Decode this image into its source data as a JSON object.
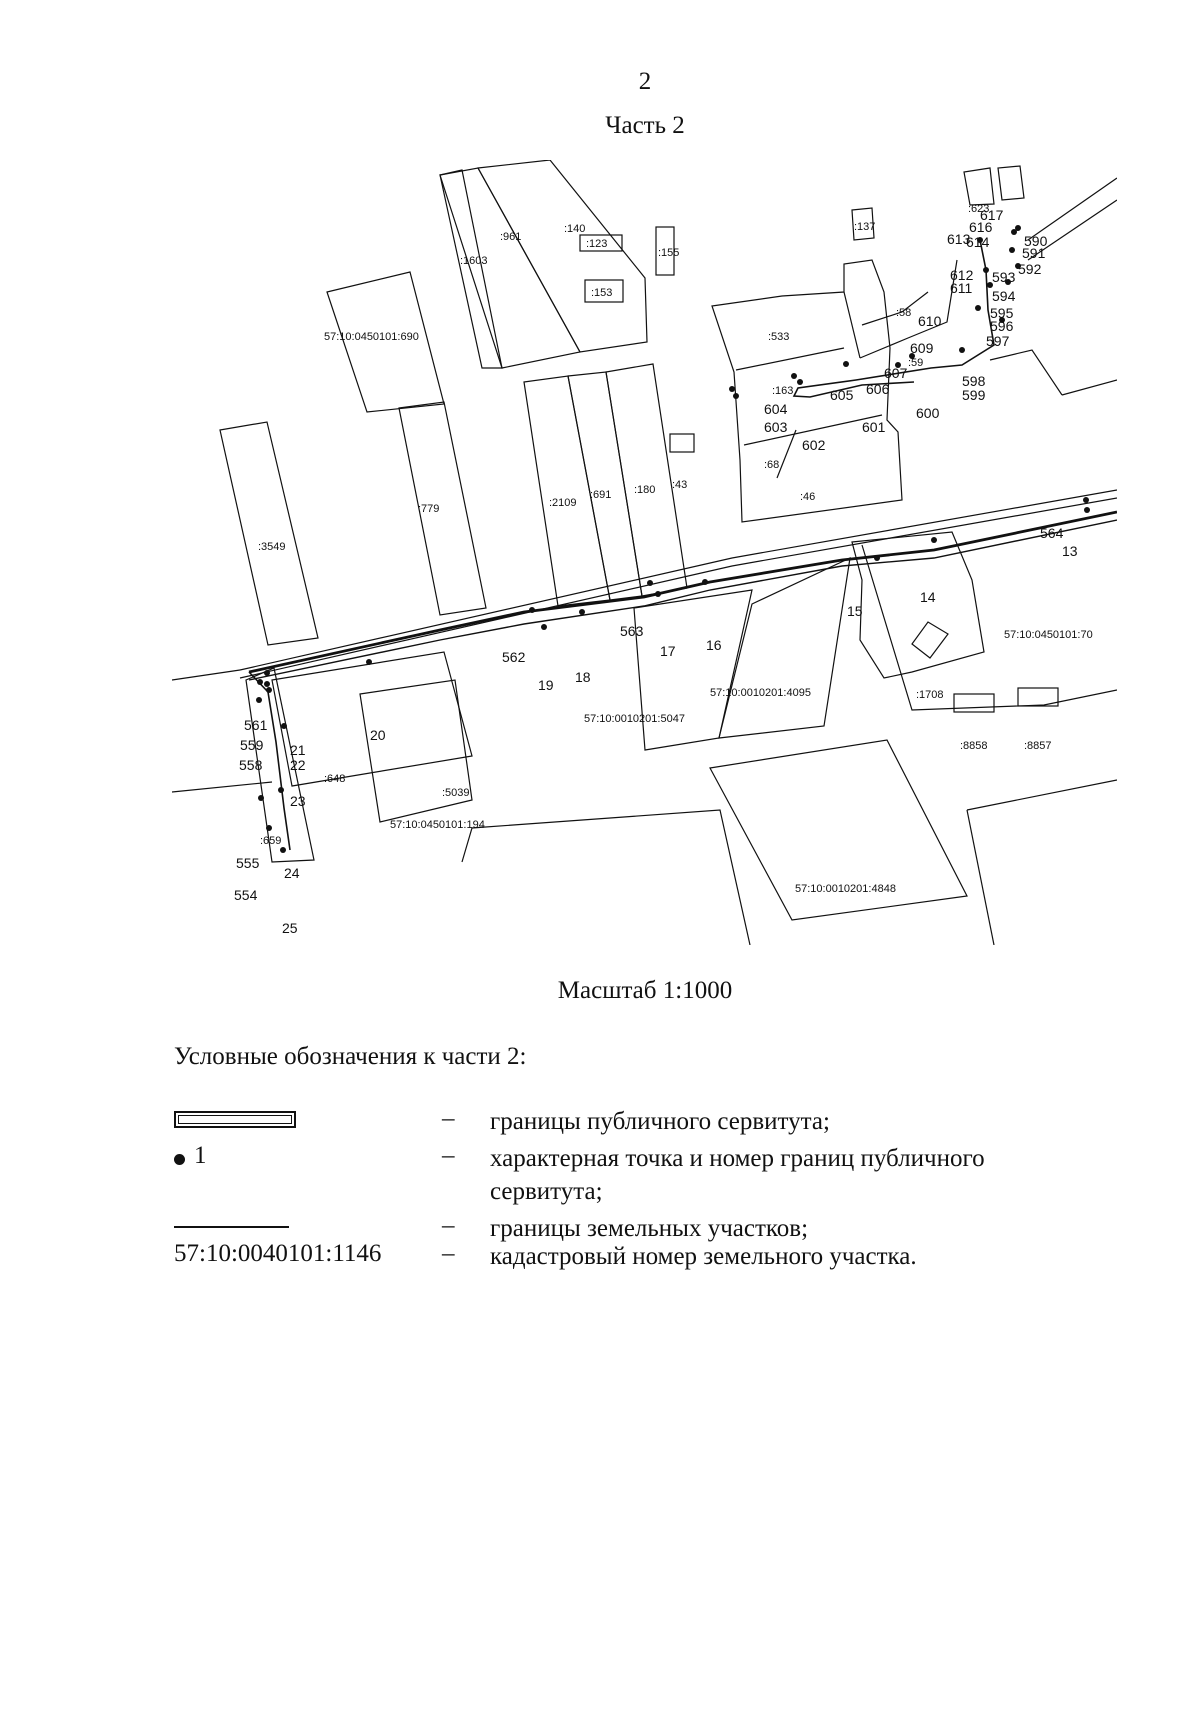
{
  "header": {
    "page_number": "2",
    "part_title": "Часть 2"
  },
  "map": {
    "parcel_labels": [
      ":961",
      ":140",
      ":1603",
      ":123",
      ":155",
      ":153",
      "57:10:0450101:690",
      ":137",
      ":623",
      ":533",
      ":58",
      ":59",
      ":163",
      ":68",
      ":46",
      ":43",
      ":3549",
      ":779",
      ":2109",
      ":691",
      ":180",
      "57:10:0450101:70",
      "57:10:0010201:4095",
      "57:10:0010201:5047",
      ":1708",
      ":8858",
      ":8857",
      ":648",
      ":5039",
      "57:10:0450101:194",
      ":659",
      "57:10:0010201:4848"
    ],
    "point_numbers": [
      "613",
      "617",
      "616",
      "614",
      "590",
      "591",
      "592",
      "612",
      "611",
      "593",
      "594",
      "595",
      "596",
      "597",
      "610",
      "609",
      "607",
      "606",
      "605",
      "604",
      "603",
      "602",
      "601",
      "600",
      "598",
      "599",
      "564",
      "13",
      "14",
      "15",
      "16",
      "17",
      "563",
      "562",
      "19",
      "18",
      "20",
      "21",
      "22",
      "23",
      "24",
      "25",
      "561",
      "559",
      "558",
      "555",
      "554"
    ]
  },
  "scale": {
    "label": "Масштаб 1:1000"
  },
  "legend": {
    "title": "Условные обозначения к части 2:",
    "dash": "–",
    "items": [
      {
        "symbol": "servitude-boundary",
        "text": "границы публичного сервитута;"
      },
      {
        "symbol": "point-number",
        "symbol_label": "1",
        "text": "характерная точка и номер границ публичного сервитута;"
      },
      {
        "symbol": "parcel-boundary",
        "text": "границы земельных участков;"
      },
      {
        "symbol": "cadastral-number",
        "symbol_label": "57:10:0040101:1146",
        "text": "кадастровый номер земельного участка."
      }
    ]
  }
}
